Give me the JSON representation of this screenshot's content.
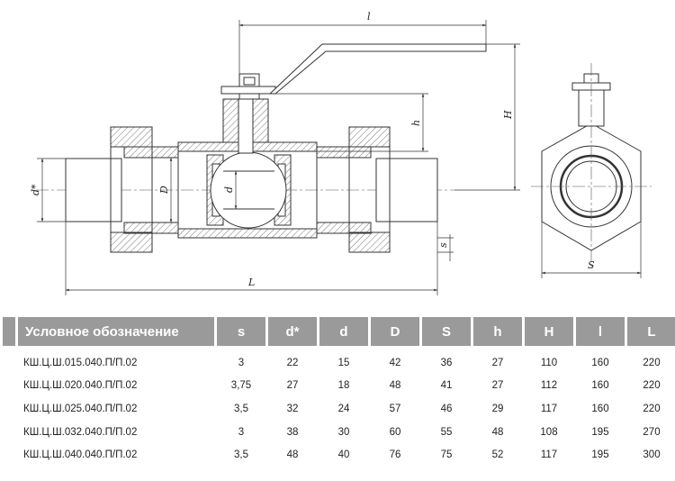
{
  "drawing": {
    "dimension_labels": {
      "l": "l",
      "H": "H",
      "h": "h",
      "D": "D",
      "d": "d",
      "d_star": "d*",
      "s": "s",
      "L": "L",
      "S": "S"
    }
  },
  "table": {
    "columns": [
      "Условное обозначение",
      "s",
      "d*",
      "d",
      "D",
      "S",
      "h",
      "H",
      "l",
      "L"
    ],
    "rows": [
      [
        "КШ.Ц.Ш.015.040.П/П.02",
        "3",
        "22",
        "15",
        "42",
        "36",
        "27",
        "110",
        "160",
        "220"
      ],
      [
        "КШ.Ц.Ш.020.040.П/П.02",
        "3,75",
        "27",
        "18",
        "48",
        "41",
        "27",
        "112",
        "160",
        "220"
      ],
      [
        "КШ.Ц.Ш.025.040.П/П.02",
        "3,5",
        "32",
        "24",
        "57",
        "46",
        "29",
        "117",
        "160",
        "220"
      ],
      [
        "КШ.Ц.Ш.032.040.П/П.02",
        "3",
        "38",
        "30",
        "60",
        "55",
        "48",
        "108",
        "195",
        "270"
      ],
      [
        "КШ.Ц.Ш.040.040.П/П.02",
        "3,5",
        "48",
        "40",
        "76",
        "75",
        "52",
        "117",
        "195",
        "300"
      ]
    ]
  }
}
